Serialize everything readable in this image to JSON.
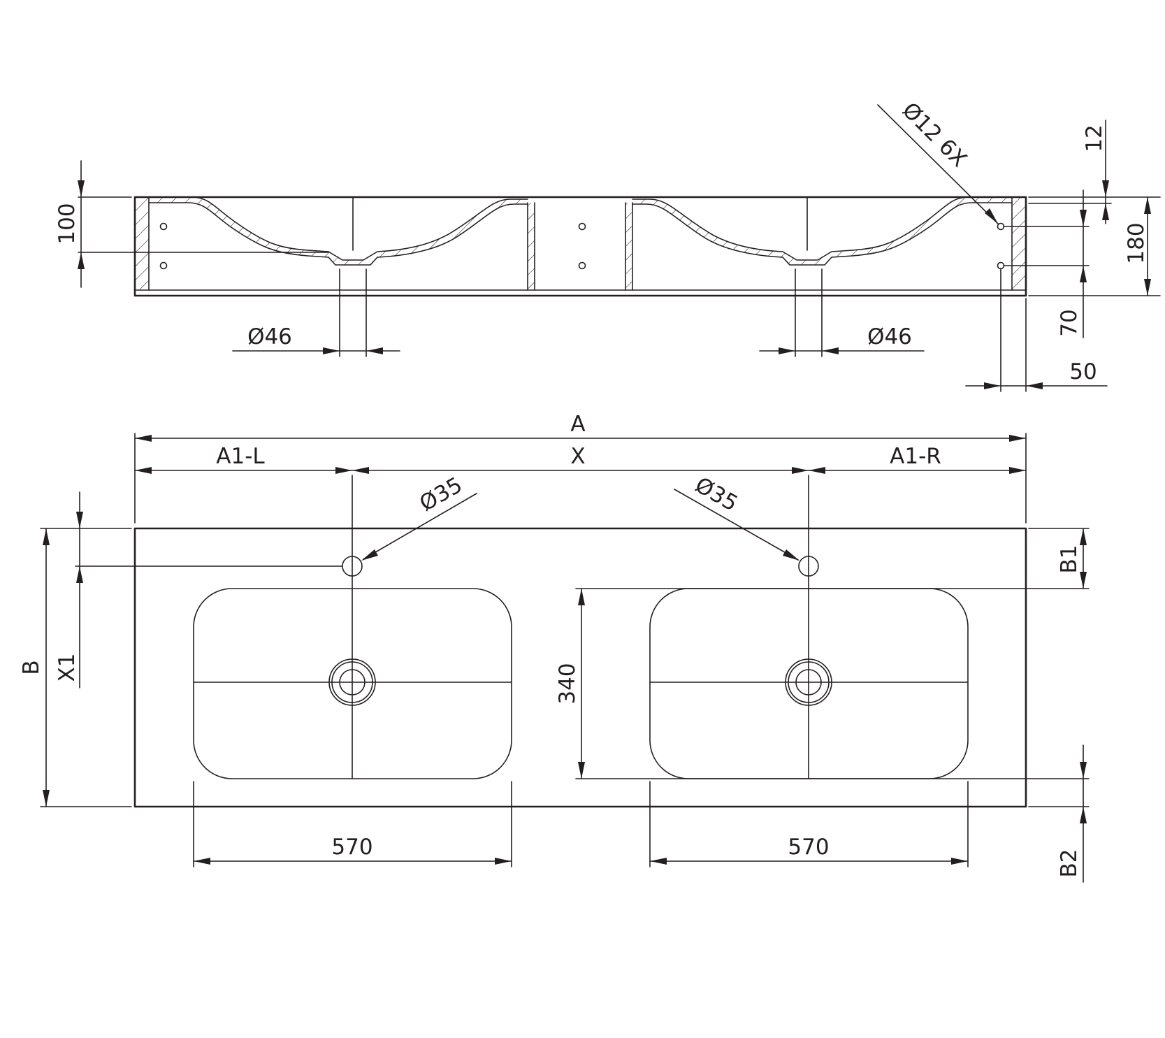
{
  "colors": {
    "ink": "#231f20",
    "paper": "#ffffff"
  },
  "section_view": {
    "dim_100": "100",
    "dim_12": "12",
    "dim_180": "180",
    "dim_70": "70",
    "dim_50": "50",
    "drain_left": "Ø46",
    "drain_right": "Ø46",
    "mount_holes": "Ø12 6X"
  },
  "plan_view": {
    "dim_A": "A",
    "dim_A1L": "A1-L",
    "dim_X": "X",
    "dim_A1R": "A1-R",
    "tap_left": "Ø35",
    "tap_right": "Ø35",
    "dim_B": "B",
    "dim_X1": "X1",
    "dim_340": "340",
    "dim_B1": "B1",
    "dim_B2": "B2",
    "basin_left_width": "570",
    "basin_right_width": "570"
  }
}
